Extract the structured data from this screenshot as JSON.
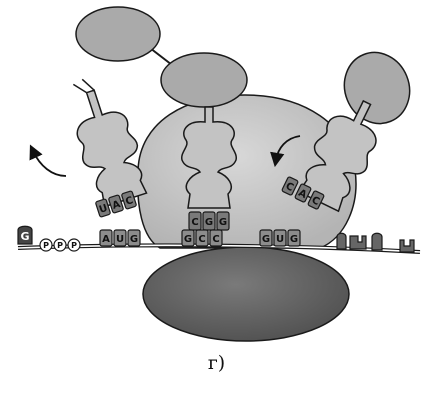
{
  "caption": "г)",
  "colors": {
    "small_subunit": "#646464",
    "large_subunit": "#c8c8c8",
    "trna": "#c3c3c3",
    "amino_acid": "#aaaaaa",
    "outline": "#1a1a1a"
  },
  "cap_letter": "G",
  "phosphates": [
    "P",
    "P",
    "P"
  ],
  "mrna_codons": [
    [
      "A",
      "U",
      "G"
    ],
    [
      "G",
      "C",
      "C"
    ],
    [
      "G",
      "U",
      "G"
    ]
  ],
  "left_trna_anticodon": [
    "U",
    "A",
    "C"
  ],
  "middle_trna_anticodon": [
    "C",
    "G",
    "G"
  ],
  "right_trna_anticodon": [
    "C",
    "A",
    "C"
  ]
}
